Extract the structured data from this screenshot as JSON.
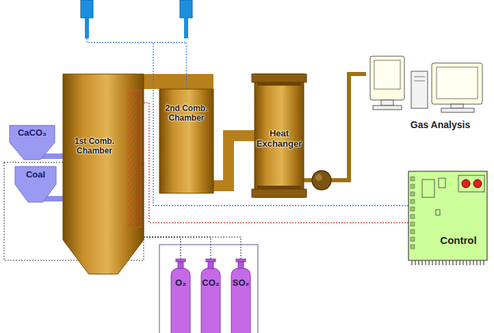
{
  "diagram": {
    "nodes": [
      {
        "text": [
          "CaCO₃"
        ]
      },
      {
        "text": [
          "Coal"
        ]
      },
      {
        "text": [
          "1st Comb. Chamber"
        ]
      },
      {
        "text": [
          "2nd Comb. Chamber"
        ]
      },
      {
        "text": [
          "Heat Exchanger"
        ]
      },
      {
        "text": [
          "Gas Analysis"
        ]
      },
      {
        "text": [
          "Control"
        ]
      },
      {
        "text": [
          "O₂"
        ]
      },
      {
        "text": [
          "CO₂"
        ]
      },
      {
        "text": [
          "SO₂"
        ]
      }
    ],
    "edges": [
      {
        "from": 0,
        "to": 2,
        "arrow": "none"
      },
      {
        "from": 1,
        "to": 2,
        "arrow": "none"
      },
      {
        "from": 2,
        "to": 3,
        "arrow": "none"
      },
      {
        "from": 3,
        "to": 4,
        "arrow": "none"
      },
      {
        "from": 4,
        "to": 5,
        "arrow": "none"
      },
      {
        "from": 6,
        "to": 2,
        "arrow": "none"
      },
      {
        "from": 6,
        "to": 3,
        "arrow": "none"
      },
      {
        "from": 7,
        "to": 2,
        "arrow": "none"
      },
      {
        "from": 8,
        "to": 2,
        "arrow": "none"
      },
      {
        "from": 9,
        "to": 2,
        "arrow": "none"
      }
    ]
  }
}
